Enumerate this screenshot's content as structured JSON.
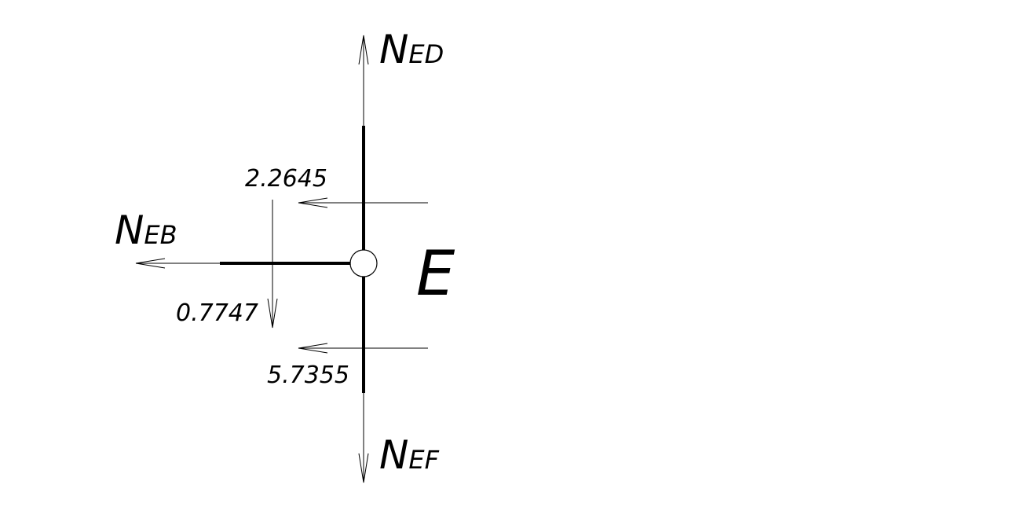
{
  "node": {
    "label": "E"
  },
  "forces": {
    "n_ed": {
      "main": "N",
      "sub": "ED"
    },
    "n_ef": {
      "main": "N",
      "sub": "EF"
    },
    "n_eb": {
      "main": "N",
      "sub": "EB"
    }
  },
  "loads": {
    "top_horizontal": "2.2645",
    "vertical": "0.7747",
    "bottom_horizontal": "5.7355"
  }
}
